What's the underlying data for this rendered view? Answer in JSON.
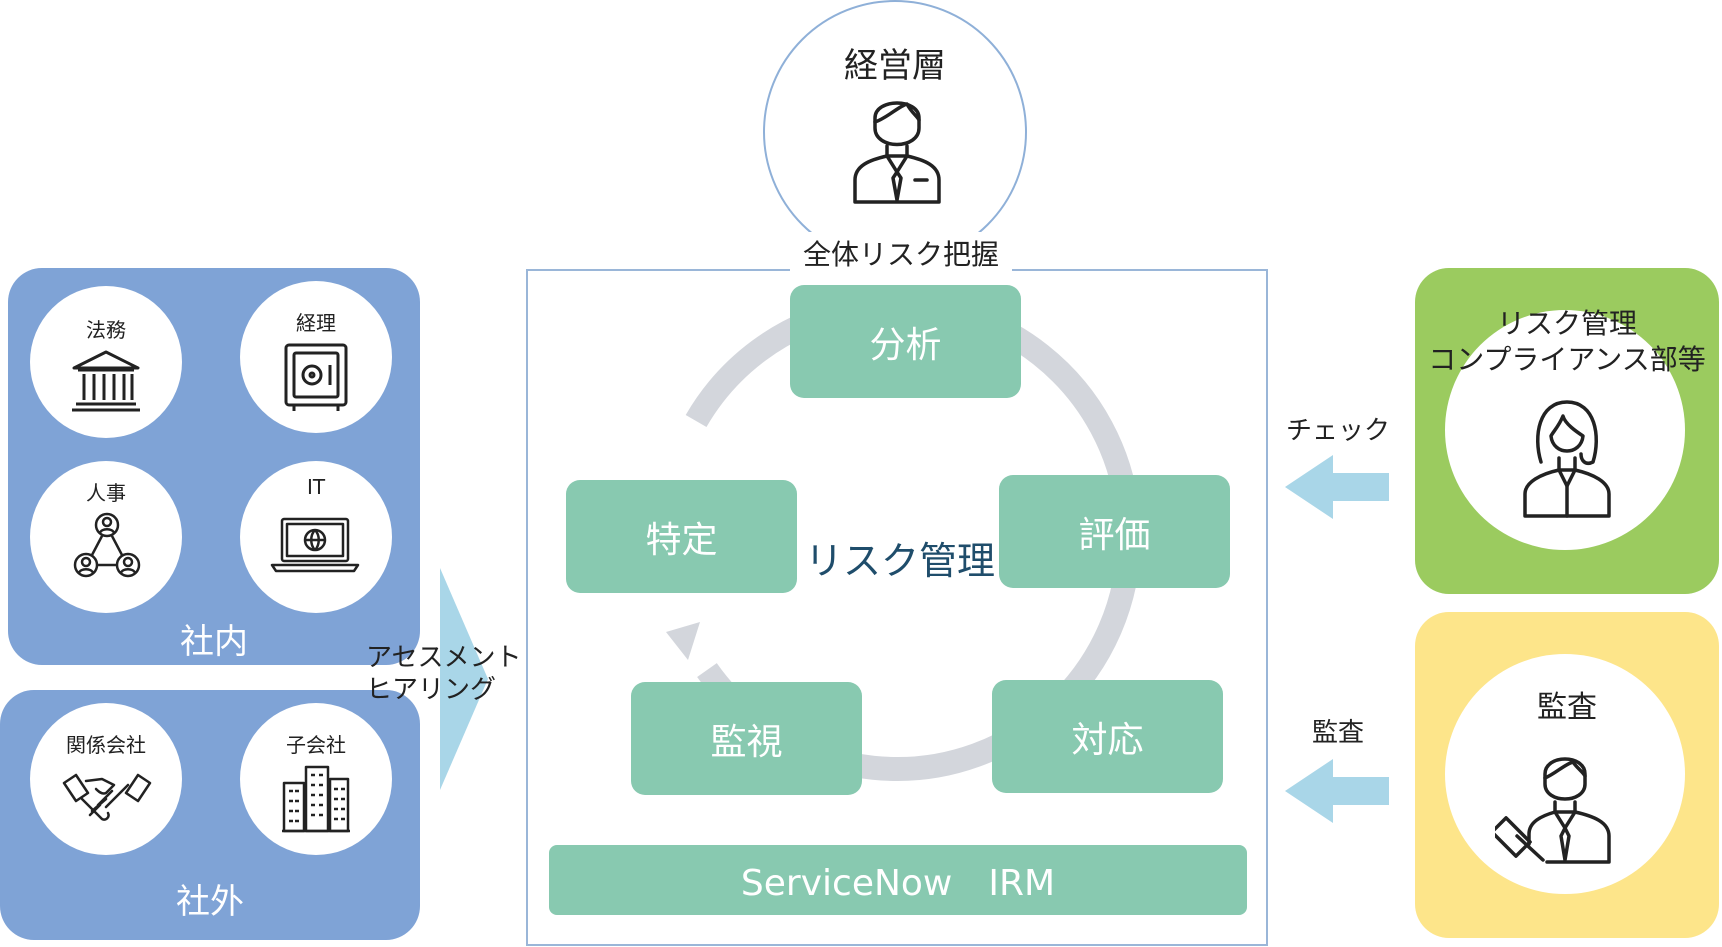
{
  "executive": {
    "title": "経営層",
    "caption": "全体リスク把握"
  },
  "internal": {
    "title": "社内",
    "items": [
      {
        "label": "法務",
        "icon": "bank-building-icon"
      },
      {
        "label": "経理",
        "icon": "safe-icon"
      },
      {
        "label": "人事",
        "icon": "org-people-icon"
      },
      {
        "label": "IT",
        "icon": "laptop-globe-icon"
      }
    ]
  },
  "external": {
    "title": "社外",
    "items": [
      {
        "label": "関係会社",
        "icon": "handshake-icon"
      },
      {
        "label": "子会社",
        "icon": "buildings-icon"
      }
    ]
  },
  "assessment": {
    "line1": "アセスメント",
    "line2": "ヒアリング"
  },
  "risk_cycle": {
    "center_label": "リスク管理",
    "steps": [
      "分析",
      "評価",
      "対応",
      "監視",
      "特定"
    ],
    "platform": "ServiceNow　IRM"
  },
  "compliance": {
    "line1": "リスク管理",
    "line2": "コンプライアンス部等",
    "arrow_label": "チェック"
  },
  "audit": {
    "title": "監査",
    "arrow_label": "監査"
  },
  "colors": {
    "blue_panel": "#7fa3d6",
    "green_panel": "#9bcb5f",
    "yellow_panel": "#fde58a",
    "step_green": "#88c9b0",
    "arrow_blue": "#a9d6e8",
    "cycle_gray": "#d3d6dc",
    "frame_blue": "#9ab6d8"
  }
}
